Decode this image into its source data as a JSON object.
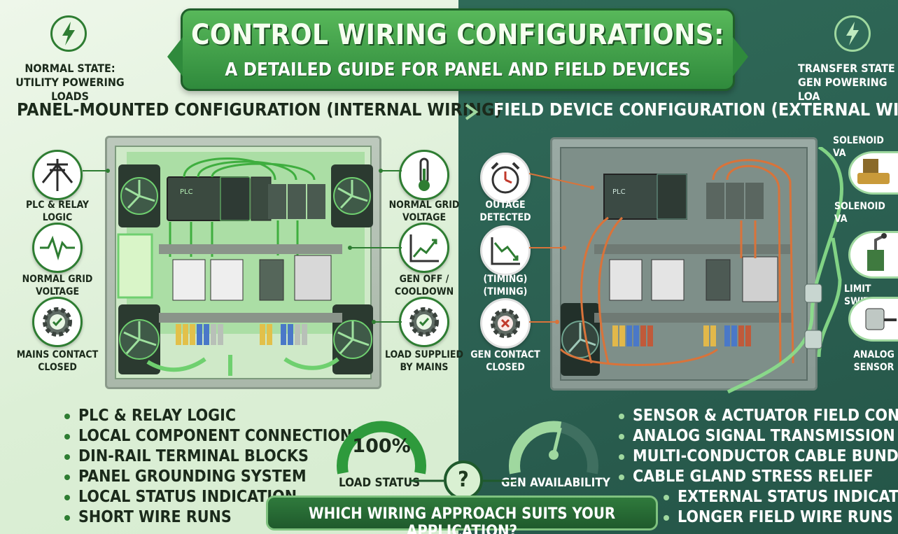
{
  "title": {
    "line1": "CONTROL WIRING CONFIGURATIONS:",
    "line2": "A DETAILED GUIDE FOR PANEL AND FIELD DEVICES"
  },
  "states": {
    "left": {
      "line1": "NORMAL STATE:",
      "line2": "UTILITY POWERING LOADS"
    },
    "right": {
      "line1": "TRANSFER STATE",
      "line2": "GEN POWERING LOA"
    }
  },
  "sections": {
    "left": "PANEL-MOUNTED CONFIGURATION (INTERNAL WIRING)",
    "right": "FIELD DEVICE CONFIGURATION (EXTERNAL WIRING"
  },
  "left_callouts": [
    {
      "line1": "PLC & RELAY",
      "line2": "LOGIC"
    },
    {
      "line1": "NORMAL GRID",
      "line2": "VOLTAGE"
    },
    {
      "line1": "MAINS CONTACT",
      "line2": "CLOSED"
    },
    {
      "line1": "NORMAL GRID",
      "line2": "VOLTAGE"
    },
    {
      "line1": "GEN OFF /",
      "line2": "COOLDOWN"
    },
    {
      "line1": "LOAD SUPPLIED",
      "line2": "BY MAINS"
    }
  ],
  "right_callouts": [
    {
      "line1": "OUTAGE",
      "line2": "DETECTED"
    },
    {
      "line1": "(TIMING)",
      "line2": "(TIMING)"
    },
    {
      "line1": "GEN CONTACT",
      "line2": "CLOSED"
    }
  ],
  "field_devices": [
    {
      "label": "SOLENOID VA"
    },
    {
      "label": "SOLENOID VA"
    },
    {
      "label": "LIMIT SWITC"
    },
    {
      "line1": "ANALOG",
      "line2": "SENSOR"
    }
  ],
  "plc_tags": {
    "left": "PLC",
    "right": "PLC"
  },
  "left_bullets": [
    "PLC & RELAY LOGIC",
    "LOCAL COMPONENT CONNECTIONS",
    "DIN-RAIL TERMINAL BLOCKS",
    "PANEL GROUNDING SYSTEM",
    "LOCAL STATUS INDICATION",
    "SHORT WIRE RUNS"
  ],
  "right_bullets": [
    "SENSOR & ACTUATOR FIELD CONNECTIO",
    "ANALOG SIGNAL TRANSMISSION",
    "MULTI-CONDUCTOR CABLE BUNDLES",
    "CABLE GLAND STRESS RELIEF",
    "EXTERNAL STATUS INDICATION",
    "LONGER FIELD WIRE RUNS"
  ],
  "gauges": {
    "load": {
      "value": 1.0,
      "display": "100%",
      "label": "LOAD STATUS"
    },
    "gen": {
      "value": 0.55,
      "label": "GEN AVAILABILITY"
    }
  },
  "question": {
    "mark": "?",
    "text": "WHICH WIRING APPROACH SUITS YOUR APPLICATION?"
  },
  "colors": {
    "left_bg": "#dcefd6",
    "right_bg": "#2b5f51",
    "accent_green": "#2e7d32",
    "wire_orange": "#d9733a",
    "glow_green": "#8be08b"
  },
  "icons": {
    "state": "lightning-bolt-icon",
    "left_callouts": [
      "utility-pole-icon",
      "waveform-icon",
      "gear-check-icon",
      "thermometer-icon",
      "trend-up-icon",
      "gear-check-icon"
    ],
    "right_callouts": [
      "alarm-clock-icon",
      "trend-down-icon",
      "gear-x-icon"
    ],
    "field_devices": [
      "solenoid-valve-icon",
      "limit-switch-icon",
      "analog-sensor-icon"
    ]
  }
}
